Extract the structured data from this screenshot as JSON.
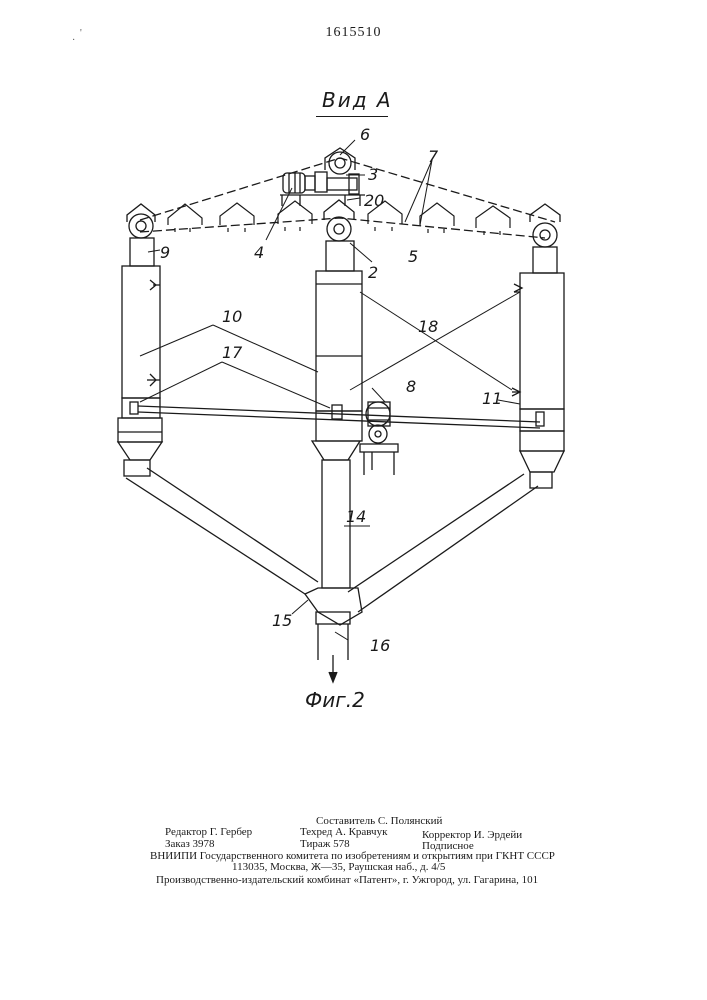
{
  "document": {
    "page_number": "1615510",
    "view_label": "Вид А",
    "figure_caption": "Фиг.2",
    "stray_marks": [
      "·",
      "'"
    ]
  },
  "callouts": {
    "c2": "2",
    "c3": "3",
    "c4": "4",
    "c5": "5",
    "c6": "6",
    "c7": "7",
    "c8": "8",
    "c9": "9",
    "c10": "10",
    "c11": "11",
    "c14": "14",
    "c15": "15",
    "c16": "16",
    "c17": "17",
    "c18": "18",
    "c20": "20"
  },
  "footer": {
    "compiler": "Составитель С. Полянский",
    "editor": "Редактор Г. Гербер",
    "techred": "Техред А. Кравчук",
    "corrector": "Корректор И. Эрдейи",
    "order": "Заказ 3978",
    "print_run": "Тираж 578",
    "subscription": "Подписное",
    "institute": "ВНИИПИ Государственного комитета по изобретениям и открытиям при ГКНТ СССР",
    "address": "113035, Москва, Ж—35, Раушская наб., д. 4/5",
    "publisher": "Производственно-издательский комбинат «Патент», г. Ужгород, ул. Гагарина, 101"
  }
}
